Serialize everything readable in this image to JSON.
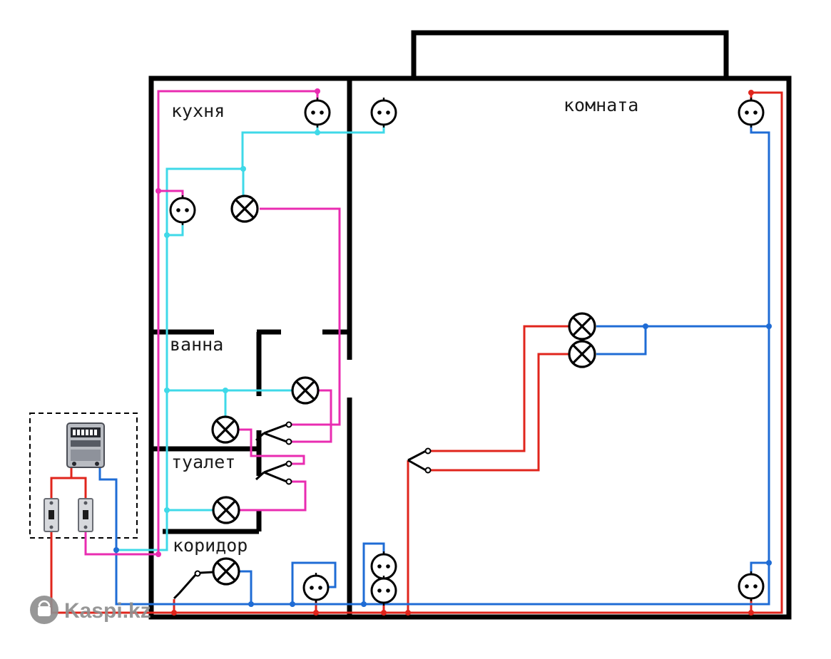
{
  "diagram": {
    "type": "apartment-electrical-wiring-plan",
    "rooms": {
      "kitchen": "кухня",
      "living": "комната",
      "bath": "ванна",
      "toilet": "туалет",
      "corridor": "коридор"
    },
    "watermark": "Kaspi.kz",
    "colors": {
      "phase": "#e0251c",
      "neutral": "#1f6cd5",
      "light_neutral": "#3fd9e8",
      "light_phase": "#e92cb1",
      "wall": "#000000",
      "label": "#1a1a1a",
      "watermark": "#8f8f8f"
    },
    "components": {
      "icons": [
        "socket-icon",
        "lamp-icon",
        "switch-icon",
        "meter-icon",
        "breaker-icon"
      ],
      "counts": {
        "sockets": 8,
        "lamps": 7,
        "switches": 4,
        "breakers": 2,
        "meters": 1
      }
    }
  }
}
